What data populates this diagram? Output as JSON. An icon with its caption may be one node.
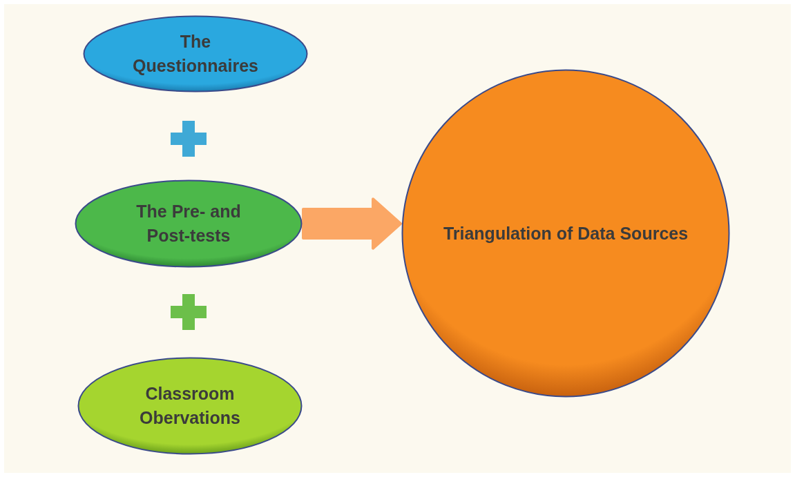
{
  "diagram": {
    "nodes": [
      {
        "text": [
          "The Questionnaires"
        ]
      },
      {
        "text": [
          "The Pre- and Post-tests"
        ]
      },
      {
        "text": [
          "Classroom Obervations"
        ]
      },
      {
        "text": [
          "Triangulation of Data Sources"
        ]
      }
    ],
    "edges": [
      {
        "from": 1,
        "to": 3,
        "arrow": "to",
        "style": "thick",
        "color": "#fba765"
      }
    ]
  }
}
